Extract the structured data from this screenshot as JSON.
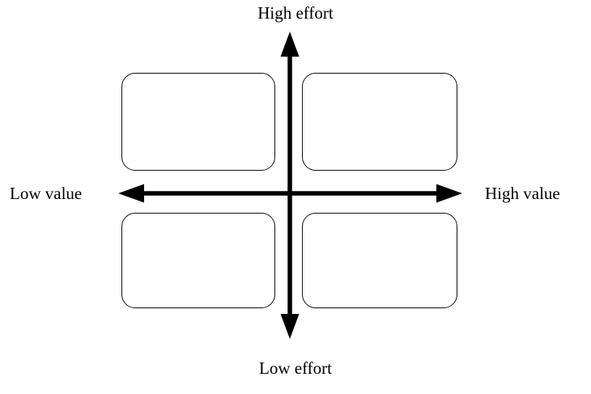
{
  "diagram": {
    "type": "value-effort-matrix",
    "title": "",
    "background_color": "#ffffff",
    "stroke_color": "#000000",
    "box_border_color": "#121212",
    "axes": {
      "vertical": {
        "name": "effort-axis",
        "top_label": "High effort",
        "bottom_label": "Low effort",
        "arrowheads": "both"
      },
      "horizontal": {
        "name": "value-axis",
        "left_label": "Low value",
        "right_label": "High value",
        "arrowheads": "both"
      }
    },
    "quadrants": [
      {
        "id": "top-left",
        "name": "quadrant-high-effort-low-value",
        "text": ""
      },
      {
        "id": "top-right",
        "name": "quadrant-high-effort-high-value",
        "text": ""
      },
      {
        "id": "bottom-left",
        "name": "quadrant-low-effort-low-value",
        "text": ""
      },
      {
        "id": "bottom-right",
        "name": "quadrant-low-effort-high-value",
        "text": ""
      }
    ]
  }
}
